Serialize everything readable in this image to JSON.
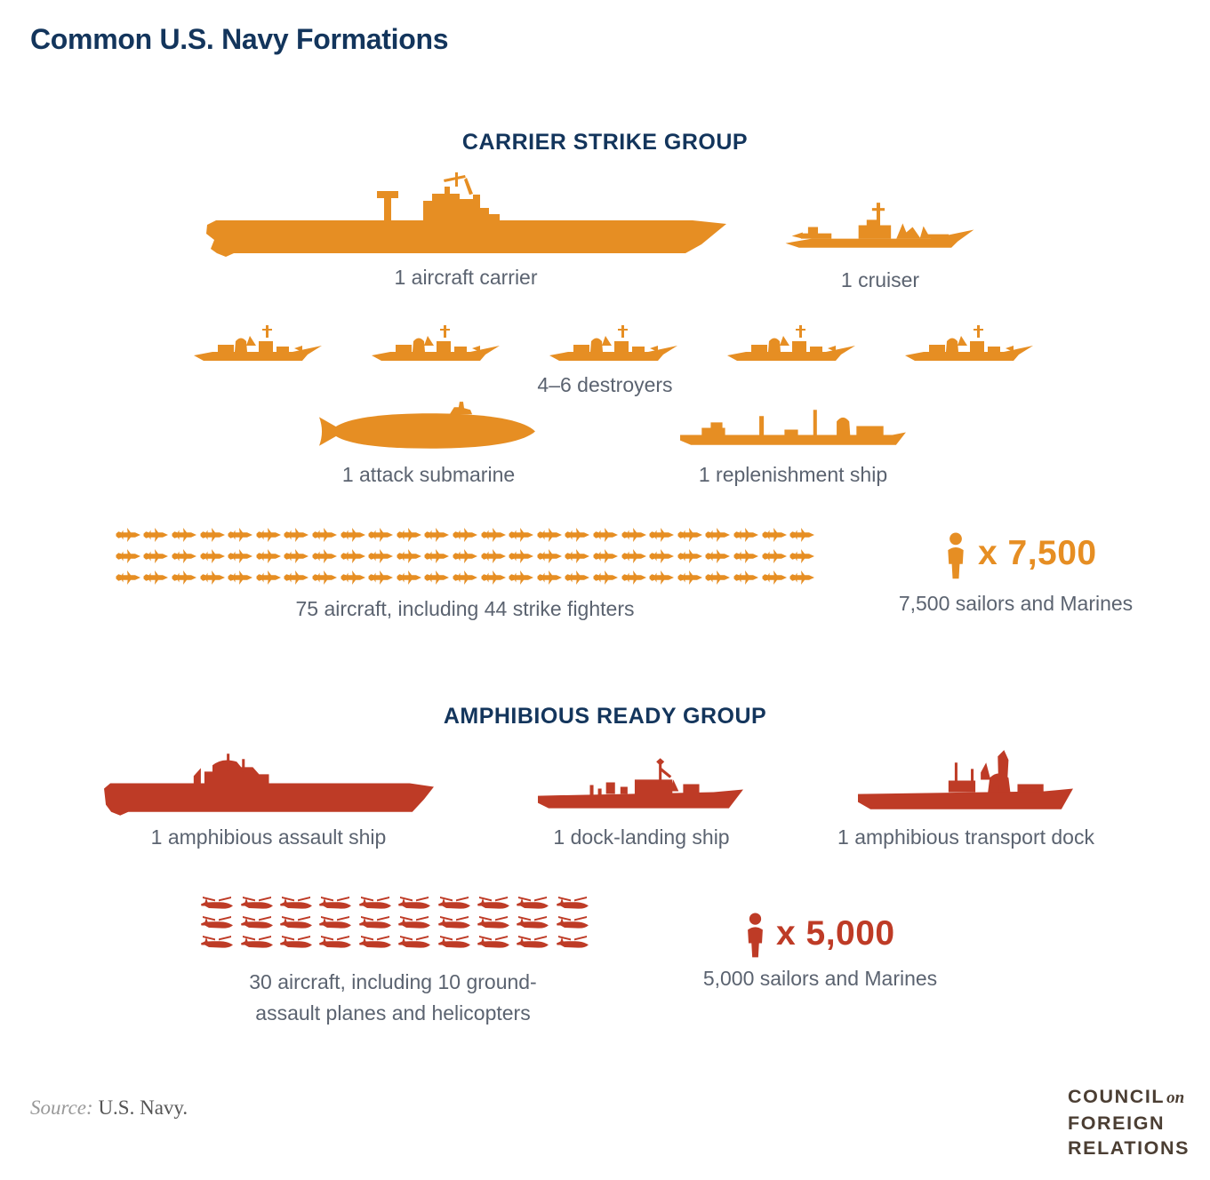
{
  "title": "Common U.S. Navy Formations",
  "carrier_strike_group": {
    "heading": "CARRIER STRIKE GROUP",
    "color": "#E68E23",
    "ships": {
      "aircraft_carrier": "1 aircraft carrier",
      "cruiser": "1 cruiser",
      "destroyers_label": "4–6 destroyers",
      "destroyer_icon_count": 5,
      "attack_submarine": "1 attack submarine",
      "replenishment_ship": "1 replenishment ship"
    },
    "aircraft": {
      "icon_count": 75,
      "icons_per_row": 25,
      "label": "75 aircraft, including 44 strike fighters"
    },
    "personnel": {
      "multiplier": "x 7,500",
      "caption": "7,500 sailors and Marines"
    }
  },
  "amphibious_ready_group": {
    "heading": "AMPHIBIOUS READY GROUP",
    "color": "#BE3B26",
    "ships": {
      "amphibious_assault_ship": "1 amphibious assault ship",
      "dock_landing_ship": "1 dock-landing ship",
      "amphibious_transport_dock": "1 amphibious transport dock"
    },
    "aircraft": {
      "icon_count": 30,
      "icons_per_row": 10,
      "label_line1": "30 aircraft, including 10 ground-",
      "label_line2": "assault planes and helicopters"
    },
    "personnel": {
      "multiplier": "x 5,000",
      "caption": "5,000 sailors and Marines"
    }
  },
  "source": {
    "prefix": "Source:",
    "text": "U.S. Navy."
  },
  "logo": {
    "line1": "COUNCIL",
    "conjunction": "on",
    "line2": "FOREIGN",
    "line3": "RELATIONS"
  },
  "colors": {
    "navy": "#13355C",
    "orange": "#E68E23",
    "red": "#BE3B26",
    "gray_text": "#5B6370"
  }
}
